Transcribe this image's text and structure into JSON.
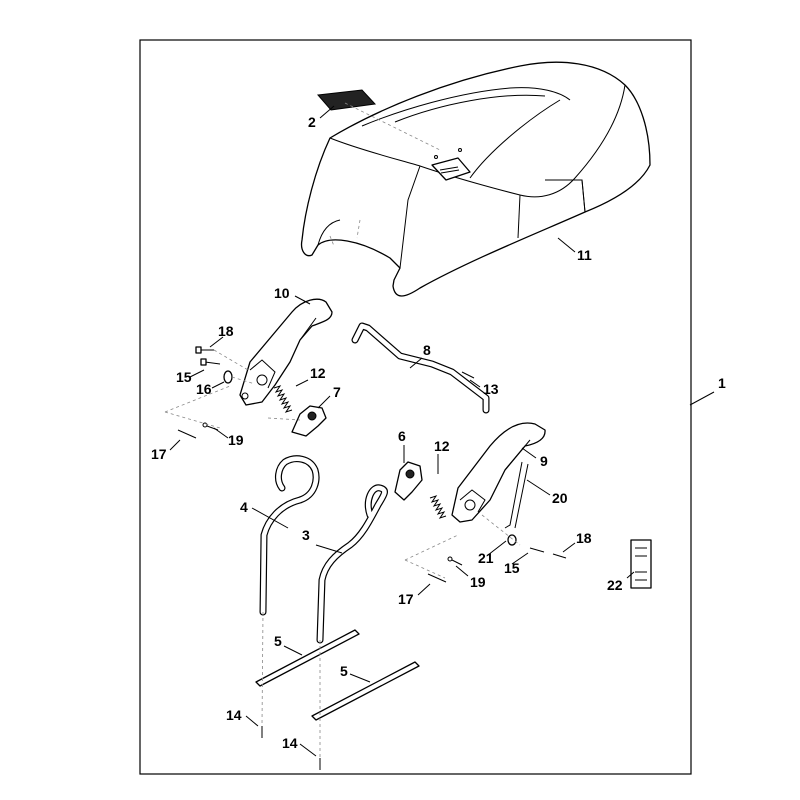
{
  "callouts": {
    "c1": "1",
    "c2": "2",
    "c3": "3",
    "c4": "4",
    "c5a": "5",
    "c5b": "5",
    "c6": "6",
    "c7": "7",
    "c8": "8",
    "c9": "9",
    "c10": "10",
    "c11": "11",
    "c12a": "12",
    "c12b": "12",
    "c13": "13",
    "c14a": "14",
    "c14b": "14",
    "c15a": "15",
    "c15b": "15",
    "c16": "16",
    "c17a": "17",
    "c17b": "17",
    "c18a": "18",
    "c18b": "18",
    "c19a": "19",
    "c19b": "19",
    "c20": "20",
    "c21": "21",
    "c22": "22"
  }
}
